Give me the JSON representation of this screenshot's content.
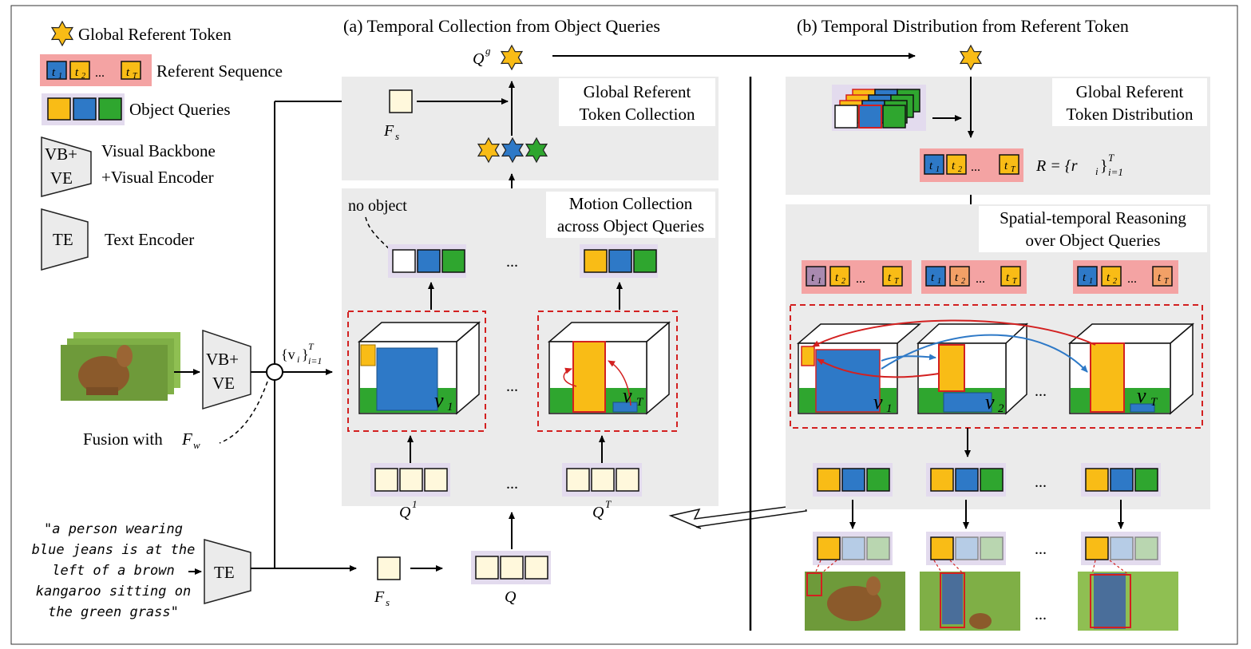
{
  "legend": {
    "global_token": "Global Referent Token",
    "referent_sequence": "Referent Sequence",
    "object_queries": "Object Queries",
    "backbone_box": "VB+\nVE",
    "backbone_line1": "Visual Backbone",
    "backbone_line2": "+Visual Encoder",
    "text_encoder_box": "TE",
    "text_encoder": "Text Encoder"
  },
  "panel_a": {
    "title": "(a) Temporal Collection from Object Queries",
    "qg": "Q",
    "qg_sup": "g",
    "grt_collection_1": "Global Referent",
    "grt_collection_2": "Token Collection",
    "fs": "F",
    "fs_sub": "s",
    "no_object": "no object",
    "motion_1": "Motion Collection",
    "motion_2": "across Object Queries",
    "ellipsis": "...",
    "v1": "v",
    "v1_sub": "1",
    "vt": "v",
    "vt_sub": "T",
    "q1": "Q",
    "q1_sup": "1",
    "qt": "Q",
    "qt_sup": "T",
    "q": "Q"
  },
  "panel_b": {
    "title": "(b) Temporal Distribution from Referent Token",
    "grt_distribution_1": "Global Referent",
    "grt_distribution_2": "Token Distribution",
    "r_eq": "R = {r",
    "r_eq_tail": "}",
    "r_sub": "i",
    "r_range_sub": "i=1",
    "r_range_sup": "T",
    "spatial_1": "Spatial-temporal Reasoning",
    "spatial_2": "over Object Queries",
    "v1": "v",
    "v1_sub": "1",
    "v2": "v",
    "v2_sub": "2",
    "vt": "v",
    "vt_sub": "T",
    "ellipsis": "..."
  },
  "left": {
    "vb_ve": "VB+\nVE",
    "vi": "{v",
    "vi_sub": "i",
    "vi_tail": "}",
    "vi_range_sub": "i=1",
    "vi_range_sup": "T",
    "fusion": "Fusion with ",
    "fusion_f": "F",
    "fusion_sub": "w",
    "te": "TE",
    "query_text": "\"a person wearing blue jeans is at the left of a brown kangaroo sitting on the green grass\"",
    "query_lines": [
      "\"a person wearing",
      "blue jeans is at the",
      "left of a brown",
      "kangaroo sitting on",
      "the green grass\""
    ]
  },
  "tokens": {
    "t1": "t",
    "t1_sub": "1",
    "t2": "t",
    "t2_sub": "2",
    "tt": "t",
    "tt_sub": "T",
    "dots": "..."
  },
  "colors": {
    "yellow": "#F9BC16",
    "blue": "#2E79C7",
    "green": "#2FA62F",
    "red": "#D32020",
    "panel_bg": "#EBEBEB",
    "token_bg": "#F4A3A3",
    "query_bg": "#E3DBEE",
    "cream": "#FFF8DC",
    "kangaroo_bg": "#6E9A3A"
  }
}
